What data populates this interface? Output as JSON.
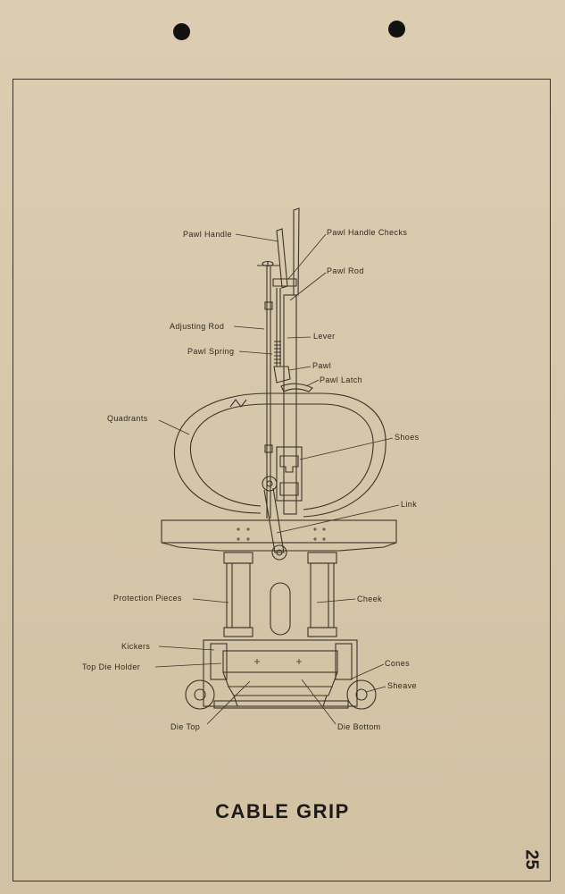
{
  "diagram": {
    "title": "CABLE GRIP",
    "page_number": "25",
    "labels": {
      "pawl_handle": "Pawl Handle",
      "pawl_handle_checks": "Pawl Handle Checks",
      "pawl_rod": "Pawl Rod",
      "adjusting_rod": "Adjusting Rod",
      "lever": "Lever",
      "pawl_spring": "Pawl Spring",
      "pawl": "Pawl",
      "pawl_latch": "Pawl Latch",
      "quadrants": "Quadrants",
      "shoes": "Shoes",
      "link": "Link",
      "protection_pieces": "Protection Pieces",
      "cheek": "Cheek",
      "kickers": "Kickers",
      "cones": "Cones",
      "top_die_holder": "Top Die Holder",
      "sheave": "Sheave",
      "die_top": "Die Top",
      "die_bottom": "Die Bottom"
    }
  }
}
